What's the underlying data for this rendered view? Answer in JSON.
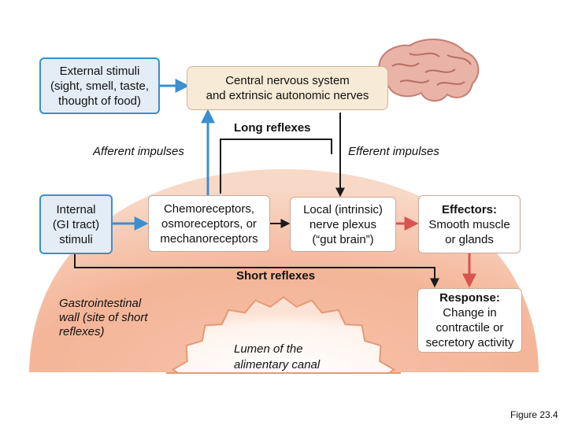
{
  "external_stimuli": [
    "External stimuli",
    "(sight, smell, taste,",
    "thought of food)"
  ],
  "cns": [
    "Central nervous system",
    "and extrinsic autonomic nerves"
  ],
  "long_reflexes": "Long reflexes",
  "afferent_impulses": "Afferent impulses",
  "efferent_impulses": "Efferent impulses",
  "internal_stimuli": [
    "Internal",
    "(GI tract)",
    "stimuli"
  ],
  "receptors": [
    "Chemoreceptors,",
    "osmoreceptors, or",
    "mechanoreceptors"
  ],
  "plexus": [
    "Local (intrinsic)",
    "nerve plexus",
    "(“gut brain”)"
  ],
  "effectors": {
    "title": "Effectors:",
    "text": [
      "Smooth muscle",
      "or glands"
    ]
  },
  "short_reflexes": "Short reflexes",
  "response": {
    "title": "Response:",
    "text": [
      "Change in",
      "contractile or",
      "secretory activity"
    ]
  },
  "gi_wall": [
    "Gastrointestinal",
    "wall (site of short",
    "reflexes)"
  ],
  "lumen": [
    "Lumen of the",
    "alimentary canal"
  ],
  "figure_caption": "Figure 23.4",
  "colors": {
    "blue": "#3a8fd0",
    "red": "#d9534f",
    "wall": "#f3b193",
    "dark": "#1a1a1a"
  }
}
